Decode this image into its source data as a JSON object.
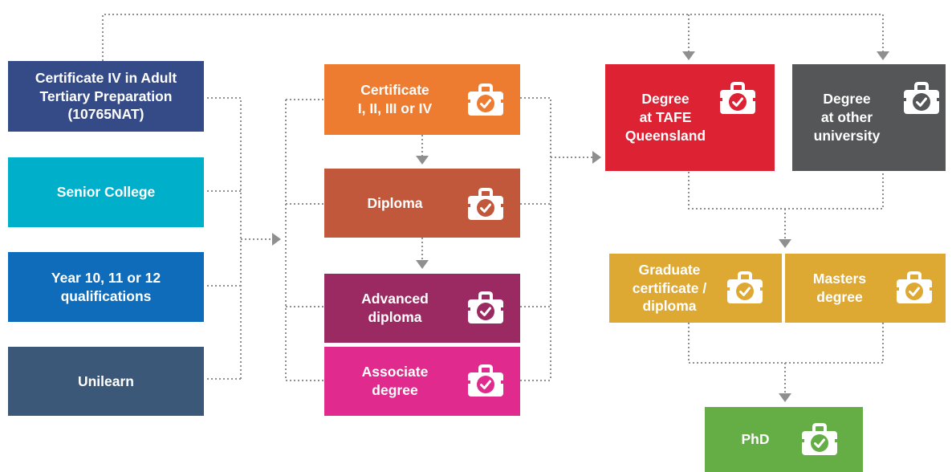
{
  "pathways": {
    "entry": [
      {
        "label": "Certificate IV in Adult\nTertiary Preparation\n(10765NAT)",
        "color": "#344b87"
      },
      {
        "label": "Senior College",
        "color": "#00afc9"
      },
      {
        "label": "Year 10, 11 or 12\nqualifications",
        "color": "#0f6cbb"
      },
      {
        "label": "Unilearn",
        "color": "#3b5878"
      }
    ],
    "vocational": [
      {
        "label": "Certificate\nI, II, III or IV",
        "color": "#ee7c30",
        "icon": "briefcase-check-icon"
      },
      {
        "label": "Diploma",
        "color": "#c2583b",
        "icon": "briefcase-check-icon"
      },
      {
        "label": "Advanced\ndiploma",
        "color": "#9b2a62",
        "icon": "briefcase-check-icon"
      },
      {
        "label": "Associate\ndegree",
        "color": "#e12a8d",
        "icon": "briefcase-check-icon"
      }
    ],
    "degrees": [
      {
        "label": "Degree\nat TAFE\nQueensland",
        "color": "#dc2233",
        "icon": "briefcase-check-icon"
      },
      {
        "label": "Degree\nat other\nuniversity",
        "color": "#555657",
        "icon": "briefcase-check-icon"
      }
    ],
    "postgraduate": [
      {
        "label": "Graduate\ncertificate /\ndiploma",
        "color": "#dda933",
        "icon": "briefcase-check-icon"
      },
      {
        "label": "Masters\ndegree",
        "color": "#dda933",
        "icon": "briefcase-check-icon"
      }
    ],
    "doctorate": {
      "label": "PhD",
      "color": "#65ad45",
      "icon": "briefcase-check-icon"
    }
  },
  "connector_color": "#8f8f8f"
}
